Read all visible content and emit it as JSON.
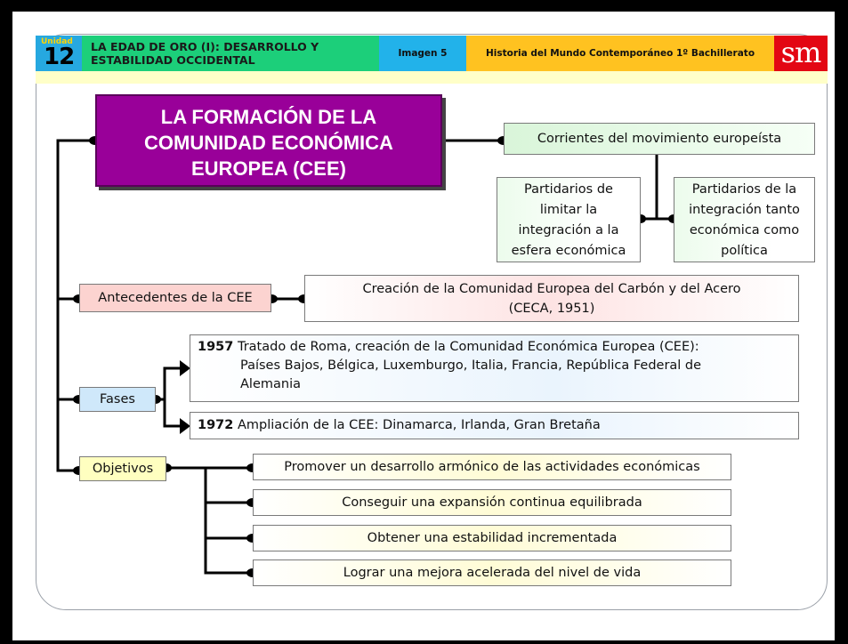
{
  "header": {
    "unit_label": "Unidad",
    "unit_number": "12",
    "unit_title_line1": "LA EDAD DE ORO (I): DESARROLLO Y",
    "unit_title_line2": "ESTABILIDAD OCCIDENTAL",
    "image_label": "Imagen 5",
    "course": "Historia del Mundo Contemporáneo 1º Bachillerato",
    "logo": "sm"
  },
  "colors": {
    "frame": "#000000",
    "title_box": "#990099",
    "unit_header": "#26a8e0",
    "title_header": "#1ccf7a",
    "course_header": "#ffc220",
    "logo": "#e30613",
    "antecedentes": "#fcd3d0",
    "fases": "#cfe8fa",
    "objetivos": "#ffffc0",
    "corrientes": "#d9f5d9"
  },
  "diagram": {
    "main_title_line1": "LA FORMACIÓN DE LA",
    "main_title_line2": "COMUNIDAD ECONÓMICA",
    "main_title_line3": "EUROPEA (CEE)",
    "corrientes": "Corrientes del movimiento europeísta",
    "partidarios_a": [
      "Partidarios de",
      "limitar la",
      "integración a la",
      "esfera económica"
    ],
    "partidarios_b": [
      "Partidarios de la",
      "integración tanto",
      "económica como",
      "política"
    ],
    "antecedentes": "Antecedentes de la CEE",
    "ceca_line1": "Creación de la Comunidad Europea del Carbón y del Acero",
    "ceca_line2": "(CECA, 1951)",
    "fases": "Fases",
    "fase_1957": {
      "year": "1957",
      "text1": "Tratado de Roma, creación de la Comunidad Económica Europea (CEE):",
      "text2": "Países Bajos, Bélgica, Luxemburgo, Italia, Francia, República Federal de",
      "text3": "Alemania"
    },
    "fase_1972": {
      "year": "1972",
      "text": "Ampliación de la CEE: Dinamarca, Irlanda, Gran Bretaña"
    },
    "objetivos": "Objetivos",
    "objetivos_items": [
      "Promover un desarrollo armónico de las actividades económicas",
      "Conseguir una expansión continua equilibrada",
      "Obtener una estabilidad incrementada",
      "Lograr una mejora acelerada del nivel de vida"
    ]
  }
}
